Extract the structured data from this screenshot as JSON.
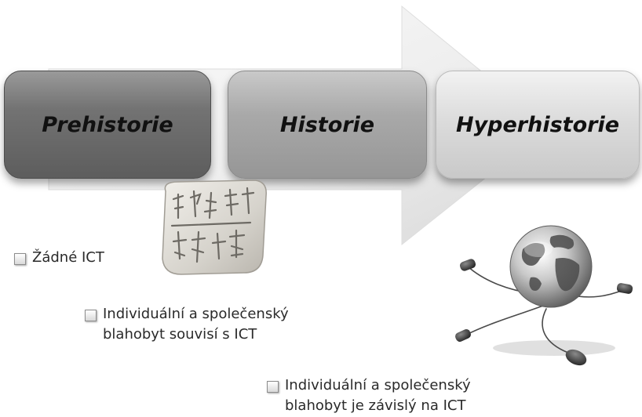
{
  "stages": [
    {
      "label": "Prehistorie"
    },
    {
      "label": "Historie"
    },
    {
      "label": "Hyperhistorie"
    }
  ],
  "bullets": [
    {
      "lines": [
        "Žádné ICT"
      ]
    },
    {
      "lines": [
        "Individuální a společenský",
        "blahobyt souvisí s ICT"
      ]
    },
    {
      "lines": [
        "Individuální a společenský",
        "blahobyt je závislý na ICT"
      ]
    }
  ],
  "icons": {
    "tablet": "cuneiform-tablet-icon",
    "globe": "globe-computer-mouse-icon"
  }
}
